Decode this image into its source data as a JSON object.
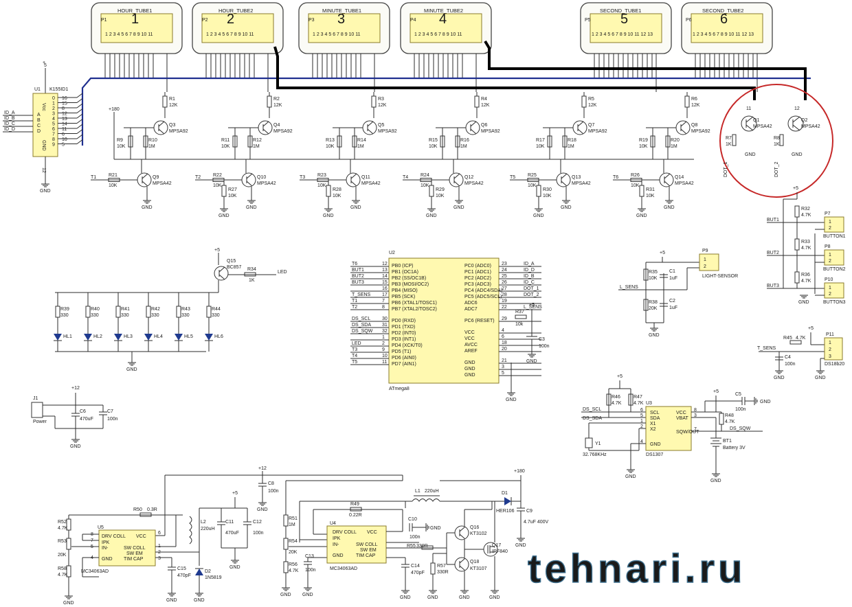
{
  "tubes": [
    {
      "ref": "P1",
      "name": "HOUR_TUBE1",
      "big": "1"
    },
    {
      "ref": "P2",
      "name": "HOUR_TUBE2",
      "big": "2"
    },
    {
      "ref": "P3",
      "name": "MINUTE_TUBE1",
      "big": "3"
    },
    {
      "ref": "P4",
      "name": "MINUTE_TUBE2",
      "big": "4"
    },
    {
      "ref": "P5",
      "name": "SECOND_TUBE1",
      "big": "5"
    },
    {
      "ref": "P6",
      "name": "SECOND_TUBE2",
      "big": "6"
    }
  ],
  "tube_pins": "1 2 3 4 5 6 7 8 9 10 11",
  "tube_pins_ext": "1 2 3 4 5 6 7 8 9 10 11 12 13",
  "decoder": {
    "ref": "U1",
    "part": "K155ID1",
    "vcc": "Vcc",
    "gnd": "GND",
    "pins_in": [
      "A",
      "B",
      "C",
      "D"
    ],
    "inputs": [
      "ID_A",
      "ID_B",
      "ID_C",
      "ID_D"
    ],
    "outs": "0 1 2 3 4 5 6 7 8 9",
    "pinnums": "16 15 8 12 13 14 11 6 10 5 1 2 9",
    "top_pin": "5",
    "bot_pin": "12"
  },
  "anode_stages": [
    {
      "r_top": "R1",
      "q_hi": "Q3",
      "r_a": "R9",
      "r_b": "R10",
      "q_lo": "Q9",
      "r_base": "R21",
      "t": "T1",
      "r_pd": ""
    },
    {
      "r_top": "R2",
      "q_hi": "Q4",
      "r_a": "R11",
      "r_b": "R12",
      "q_lo": "Q10",
      "r_base": "R22",
      "t": "T2",
      "r_pd": "R27"
    },
    {
      "r_top": "R3",
      "q_hi": "Q5",
      "r_a": "R13",
      "r_b": "R14",
      "q_lo": "Q11",
      "r_base": "R23",
      "t": "T3",
      "r_pd": "R28"
    },
    {
      "r_top": "R4",
      "q_hi": "Q6",
      "r_a": "R15",
      "r_b": "R16",
      "q_lo": "Q12",
      "r_base": "R24",
      "t": "T4",
      "r_pd": "R29"
    },
    {
      "r_top": "R5",
      "q_hi": "Q7",
      "r_a": "R17",
      "r_b": "R18",
      "q_lo": "Q13",
      "r_base": "R25",
      "t": "T5",
      "r_pd": "R30"
    },
    {
      "r_top": "R6",
      "q_hi": "Q8",
      "r_a": "R19",
      "r_b": "R20",
      "q_lo": "Q14",
      "r_base": "R26",
      "t": "T6",
      "r_pd": "R31"
    }
  ],
  "anode_values": {
    "r_top": "12K",
    "r_a": "10K",
    "r_b": "1M",
    "r_base": "10K",
    "r_pd": "10K",
    "q_hi": "MPSA92",
    "q_lo": "MPSA42",
    "hv": "+180",
    "gnd": "GND"
  },
  "dots": {
    "q1": "Q1",
    "q2": "Q2",
    "r7": "R7",
    "r8": "R8",
    "rv": "1K",
    "part": "MPSA42",
    "pin1": "11",
    "pin2": "12",
    "net1": "DOT_1",
    "net2": "DOT_2",
    "gnd": "GND"
  },
  "mcu": {
    "ref": "U2",
    "part": "ATmega8",
    "left_pins": [
      {
        "net": "T6",
        "num": "12",
        "name": "PB0 (ICP)"
      },
      {
        "net": "BUT1",
        "num": "13",
        "name": "PB1 (OC1A)"
      },
      {
        "net": "BUT2",
        "num": "14",
        "name": "PB2 (SS/OC1B)"
      },
      {
        "net": "BUT3",
        "num": "15",
        "name": "PB3 (MOSI/OC2)"
      },
      {
        "net": "",
        "num": "16",
        "name": "PB4 (MISO)"
      },
      {
        "net": "T_SENS",
        "num": "17",
        "name": "PB5 (SCK)"
      },
      {
        "net": "T1",
        "num": "7",
        "name": "PB6 (XTAL1/TOSC1)"
      },
      {
        "net": "T2",
        "num": "8",
        "name": "PB7 (XTAL2/TOSC2)"
      },
      {
        "net": "DS_SCL",
        "num": "30",
        "name": "PD0 (RXD)"
      },
      {
        "net": "DS_SDA",
        "num": "31",
        "name": "PD1 (TXD)"
      },
      {
        "net": "DS_SQW",
        "num": "32",
        "name": "PD2 (INT0)"
      },
      {
        "net": "",
        "num": "1",
        "name": "PD3 (INT1)"
      },
      {
        "net": "LED",
        "num": "2",
        "name": "PD4 (XCK/T0)"
      },
      {
        "net": "T3",
        "num": "9",
        "name": "PD5 (T1)"
      },
      {
        "net": "T4",
        "num": "10",
        "name": "PD6 (AIN0)"
      },
      {
        "net": "T5",
        "num": "11",
        "name": "PD7 (AIN1)"
      }
    ],
    "right_pins": [
      {
        "name": "PC0 (ADC0)",
        "num": "23",
        "net": "ID_A"
      },
      {
        "name": "PC1 (ADC1)",
        "num": "24",
        "net": "ID_D"
      },
      {
        "name": "PC2 (ADC2)",
        "num": "25",
        "net": "ID_B"
      },
      {
        "name": "PC3 (ADC3)",
        "num": "26",
        "net": "ID_C"
      },
      {
        "name": "PC4 (ADC4/SDA)",
        "num": "27",
        "net": "DOT_1"
      },
      {
        "name": "PC5 (ADC5/SCL)",
        "num": "28",
        "net": "DOT_2"
      },
      {
        "name": "ADC6",
        "num": "19",
        "net": ""
      },
      {
        "name": "ADC7",
        "num": "22",
        "net": "L_SENS"
      },
      {
        "name": "PC6 (RESET)",
        "num": "29",
        "net": ""
      },
      {
        "name": "VCC",
        "num": "4",
        "net": ""
      },
      {
        "name": "VCC",
        "num": "6",
        "net": ""
      },
      {
        "name": "AVCC",
        "num": "18",
        "net": ""
      },
      {
        "name": "AREF",
        "num": "20",
        "net": ""
      },
      {
        "name": "GND",
        "num": "21",
        "net": ""
      },
      {
        "name": "GND",
        "num": "3",
        "net": ""
      },
      {
        "name": "GND",
        "num": "5",
        "net": ""
      }
    ],
    "r37": "R37",
    "r37v": "10k",
    "c3": "C3",
    "c3v": "100n"
  },
  "leds": {
    "q15": "Q15",
    "q15p": "BC857",
    "r34": "R34",
    "r34v": "1K",
    "net": "LED",
    "vcc": "+5",
    "gnd": "GND",
    "items": [
      {
        "r": "R39",
        "hl": "HL1"
      },
      {
        "r": "R40",
        "hl": "HL2"
      },
      {
        "r": "R41",
        "hl": "HL3"
      },
      {
        "r": "R42",
        "hl": "HL4"
      },
      {
        "r": "R43",
        "hl": "HL5"
      },
      {
        "r": "R44",
        "hl": "HL6"
      }
    ],
    "rv": "330"
  },
  "light": {
    "r35": "R35",
    "r35v": "10K",
    "r38": "R38",
    "r38v": "20K",
    "c1": "C1",
    "c1v": "1uF",
    "c2": "C2",
    "c2v": "1uF",
    "p9": "P9",
    "name": "LIGHT-SENSOR",
    "net": "L_SENS",
    "vcc": "+5",
    "gnd": "GND"
  },
  "buttons": {
    "vcc": "+5",
    "gnd": "GND",
    "rv": "4.7K",
    "items": [
      {
        "r": "R32",
        "net": "BUT1",
        "p": "P7",
        "name": "BUTTON1"
      },
      {
        "r": "R33",
        "net": "BUT2",
        "p": "P8",
        "name": "BUTTON2"
      },
      {
        "r": "R36",
        "net": "BUT3",
        "p": "P10",
        "name": "BUTTON3"
      }
    ]
  },
  "temp": {
    "r45": "R45",
    "r45v": "4.7K",
    "c4": "C4",
    "c4v": "100n",
    "p11": "P11",
    "part": "DS18b20",
    "net": "T_SENS",
    "vcc": "+5",
    "gnd": "GND"
  },
  "rtc": {
    "ref": "U3",
    "part": "DS1307",
    "r46": "R46",
    "r47": "R47",
    "r48": "R48",
    "rv": "4.7K",
    "y1": "Y1",
    "y1v": "32.768KHz",
    "bt1": "BT1",
    "bt1v": "Battery 3V",
    "c5": "C5",
    "c5v": "100n",
    "vcc": "+5",
    "gnd": "GND",
    "pins": [
      "SCL",
      "SDA",
      "X1",
      "X2",
      "GND",
      "VCC",
      "VBAT",
      "SQW/OUT"
    ],
    "pinnums": [
      "6",
      "5",
      "1",
      "2",
      "4",
      "8",
      "3",
      "7"
    ],
    "nets": {
      "scl": "DS_SCL",
      "sda": "DS_SDA",
      "sqw": "DS_SQW"
    }
  },
  "power_in": {
    "j1": "J1",
    "name": "Power",
    "c6": "C6",
    "c6v": "470uF",
    "c7": "C7",
    "c7v": "100n",
    "v": "+12",
    "gnd": "GND"
  },
  "reg5": {
    "u": "U5",
    "part": "MC34063AD",
    "pins": [
      "DRV COLL",
      "IPK",
      "IN-",
      "GND",
      "VCC",
      "SW COLL",
      "SW EM",
      "TIM CAP"
    ],
    "r50": "R50",
    "r50v": "0.3R",
    "r52": "R52",
    "r52v": "4.7K",
    "r53": "R53",
    "r53v": "20K",
    "r58": "R58",
    "r58v": "4.7K",
    "l2": "L2",
    "l2v": "220uH",
    "d2": "D2",
    "d2v": "1N5819",
    "c15": "C15",
    "c15v": "470pF",
    "c11": "C11",
    "c11v": "470uF",
    "c12": "C12",
    "c12v": "100n",
    "c8": "C8",
    "c8v": "100n",
    "v12": "+12",
    "v5": "+5",
    "gnd": "GND",
    "pinnums": {
      "drv": "8",
      "ipk": "7",
      "in": "5",
      "gnd": "4",
      "vcc": "6",
      "swc": "1",
      "swe": "2",
      "tim": "3"
    }
  },
  "reg180": {
    "u": "U4",
    "part": "MC34063AD",
    "pins": [
      "DRV COLL",
      "IPK",
      "IN-",
      "GND",
      "VCC",
      "SW COLL",
      "SW EM",
      "TIM CAP"
    ],
    "r49": "R49",
    "r49v": "0.22R",
    "r51": "R51",
    "r51v": "1M",
    "r54": "R54",
    "r54v": "20K",
    "r56": "R56",
    "r56v": "4.7K",
    "r55": "R55",
    "r55v": "330R",
    "r57": "R57",
    "r57v": "330R",
    "c13": "C13",
    "c13v": "100n",
    "c10": "C10",
    "c10v": "100n",
    "c14": "C14",
    "c14v": "470pF",
    "l1": "L1",
    "l1v": "220uH",
    "d1": "D1",
    "d1v": "HER106",
    "c9": "C9",
    "c9v": "4.7uF 400V",
    "q16": "Q16",
    "q16p": "KT3102",
    "q17": "Q17",
    "q17p": "IRF840",
    "q18": "Q18",
    "q18p": "KT3107",
    "v180": "+180",
    "gnd": "GND"
  },
  "watermark": "tehnari.ru"
}
